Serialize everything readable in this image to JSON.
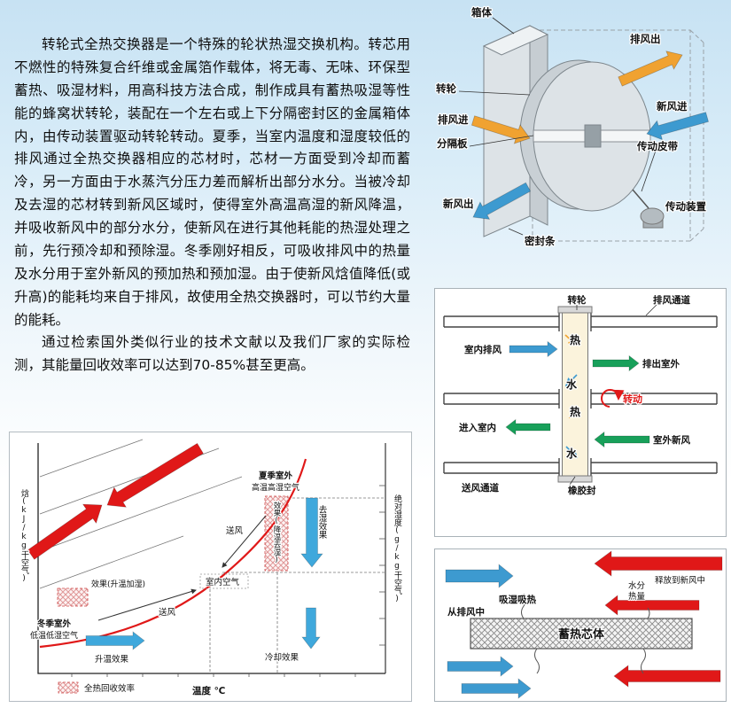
{
  "colors": {
    "orange": "#f0a231",
    "blue": "#3d9ad0",
    "green": "#18a05a",
    "red": "#e01818"
  },
  "intro": {
    "para1": "转轮式全热交换器是一个特殊的轮状热湿交换机构。转芯用不燃性的特殊复合纤维或金属箔作载体，将无毒、无味、环保型蓄热、吸湿材料，用高科技方法合成，制作成具有蓄热吸湿等性能的蜂窝状转轮，装配在一个左右或上下分隔密封区的金属箱体内，由传动装置驱动转轮转动。夏季，当室内温度和湿度较低的排风通过全热交换器相应的芯材时，芯材一方面受到冷却而蓄冷，另一方面由于水蒸汽分压力差而解析出部分水分。当被冷却及去湿的芯材转到新风区域时，使得室外高温高湿的新风降温，并吸收新风中的部分水分，使新风在进行其他耗能的热湿处理之前，先行预冷却和预除湿。冬季刚好相反，可吸收排风中的热量及水分用于室外新风的预加热和预加湿。由于使新风焓值降低(或升高)的能耗均来自于排风，故使用全热交换器时，可以节约大量的能耗。",
    "para2": "通过检索国外类似行业的技术文献以及我们厂家的实际检测，其能量回收效率可以达到70-85%甚至更高。"
  },
  "wheel_figure": {
    "labels": {
      "box": "箱体",
      "exhaust_out": "排风出",
      "wheel": "转轮",
      "fresh_in": "新风进",
      "exhaust_in": "排风进",
      "divider": "分隔板",
      "belt": "传动皮带",
      "fresh_out": "新风出",
      "drive": "传动装置",
      "seal": "密封条"
    }
  },
  "schematic_figure": {
    "labels": {
      "wheel": "转轮",
      "exhaust_channel": "排风通道",
      "indoor_exhaust": "室内排风",
      "heat_top": "热",
      "exhaust_to_outdoor": "排出室外",
      "water_top": "水",
      "rotation": "转动",
      "heat_bottom": "热",
      "into_indoor": "进入室内",
      "outdoor_fresh": "室外新风",
      "water_bottom": "水",
      "supply_channel": "送风通道",
      "rubber_seal": "橡胶封"
    }
  },
  "chart_figure": {
    "labels": {
      "enthalpy_axis": "焓(kJ/kg干空气)",
      "humidity_axis": "绝对湿度(g/kg干空气)",
      "temperature_axis": "温度 ℃",
      "summer_line1": "夏季室外",
      "summer_line2": "高温高湿空气",
      "summer_effect_vertical": "效果(降温去湿)",
      "dehumidify_effect": "去湿效果",
      "supply_summer": "送风",
      "room_air": "室内空气",
      "supply_winter": "送风",
      "winter_line1": "冬季室外",
      "winter_line2": "低温低湿空气",
      "winter_effect": "效果(升温加湿)",
      "heating_effect": "升温效果",
      "cooling_effect": "冷却效果",
      "legend_recovery": "全热回收效率"
    }
  },
  "core_figure": {
    "labels": {
      "from_exhaust": "从排风中",
      "absorb": "吸湿吸热",
      "moisture": "水分",
      "heat": "热量",
      "release": "释放到新风中",
      "core": "蓄热芯体"
    }
  }
}
